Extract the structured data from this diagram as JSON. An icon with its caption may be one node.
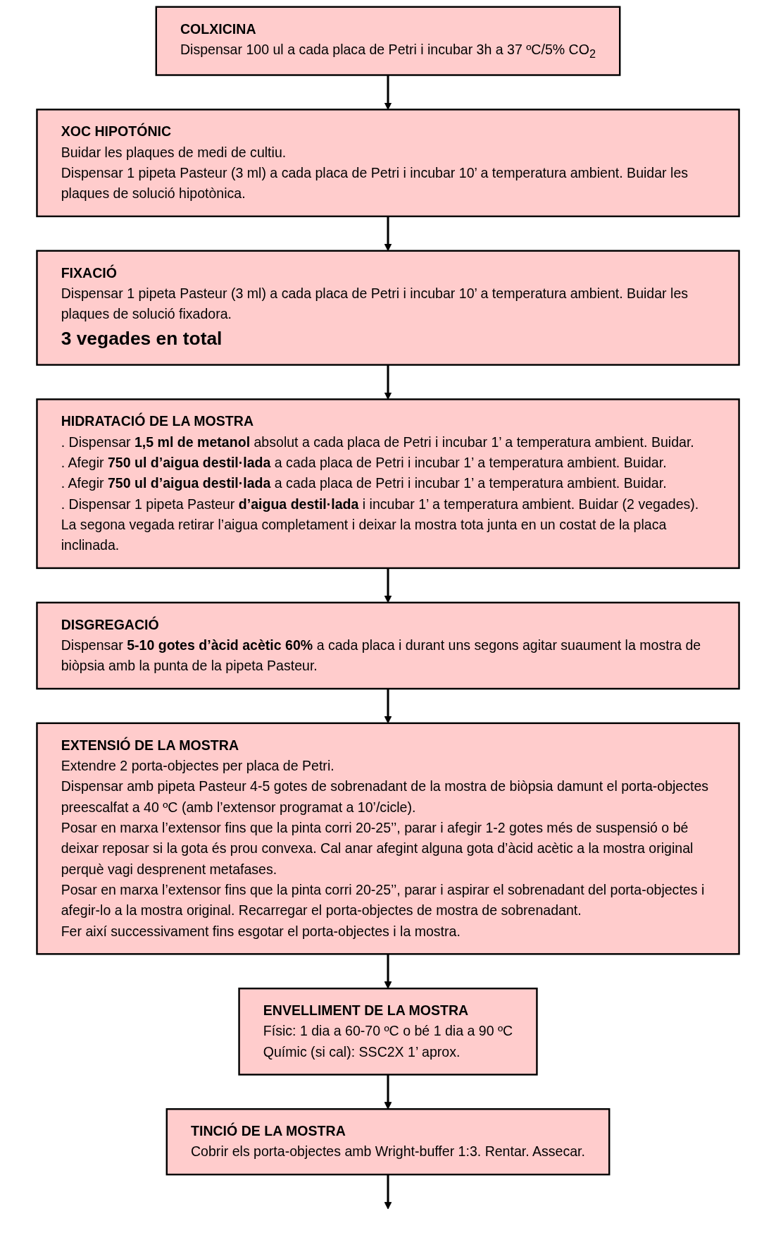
{
  "diagram": {
    "nodes": [
      {
        "text": [
          "COLXICINA",
          "Dispensar 100 ul a cada placa de Petri i incubar 3h a 37 ºC/5% CO$_{2}$"
        ]
      },
      {
        "text": [
          "XOC HIPOTÓNIC",
          "Buidar les plaques de medi de cultiu.",
          "Dispensar 1 pipeta Pasteur (3 ml) a cada placa de Petri i incubar 10’ a temperatura ambient. Buidar les plaques de solució hipotònica."
        ]
      },
      {
        "text": [
          "FIXACIÓ",
          "Dispensar 1 pipeta Pasteur (3 ml) a cada placa de Petri i incubar 10’ a temperatura ambient. Buidar les plaques de solució fixadora.",
          "3 vegades en total"
        ]
      },
      {
        "text": [
          "HIDRATACIÓ DE LA MOSTRA",
          ". Dispensar **1,5 ml de metanol** absolut a cada placa de Petri i incubar 1’ a temperatura ambient. Buidar.",
          ". Afegir **750 ul d’aigua destil·lada** a cada placa de Petri i incubar 1’ a temperatura ambient. Buidar.",
          ". Afegir **750 ul d’aigua destil·lada** a cada placa de Petri i incubar 1’ a temperatura ambient. Buidar.",
          ". Dispensar 1 pipeta Pasteur **d’aigua destil·lada** i incubar 1’ a temperatura ambient. Buidar (2 vegades). La segona vegada retirar l’aigua completament i deixar la mostra tota junta en un costat de la placa inclinada."
        ]
      },
      {
        "text": [
          "DISGREGACIÓ",
          "Dispensar **5-10 gotes d’àcid acètic 60%** a cada placa i durant uns segons agitar suaument la mostra de biòpsia amb la punta de la pipeta Pasteur."
        ]
      },
      {
        "text": [
          "EXTENSIÓ DE LA MOSTRA",
          "Extendre 2 porta-objectes per placa de Petri.",
          "Dispensar amb pipeta Pasteur 4-5 gotes de sobrenadant de la mostra de biòpsia damunt el porta-objectes preescalfat a 40 ºC (amb l’extensor programat a 10’/cicle).",
          "Posar en marxa l’extensor fins que la pinta corri 20-25’’, parar i afegir 1-2 gotes més de suspensió o bé deixar reposar si la gota és prou convexa. Cal anar afegint alguna gota d’àcid acètic a la mostra original perquè vagi desprenent metafases.",
          "Posar en marxa l’extensor fins que la pinta corri 20-25’’, parar i aspirar el sobrenadant del porta-objectes i afegir-lo a la mostra original. Recarregar el porta-objectes de mostra de sobrenadant.",
          "Fer així successivament fins esgotar el porta-objectes i la mostra."
        ]
      },
      {
        "text": [
          "ENVELLIMENT DE LA MOSTRA",
          "Físic: 1 dia a 60-70 ºC o bé 1 dia a 90 ºC",
          "Químic (si cal): SSC2X 1’ aprox."
        ]
      },
      {
        "text": [
          "TINCIÓ DE LA MOSTRA",
          "Cobrir els porta-objectes amb Wright-buffer 1:3. Rentar. Assecar."
        ]
      }
    ],
    "edges": [
      {
        "from": 0,
        "to": 1,
        "arrow": "to"
      },
      {
        "from": 1,
        "to": 2,
        "arrow": "to"
      },
      {
        "from": 2,
        "to": 3,
        "arrow": "to"
      },
      {
        "from": 3,
        "to": 4,
        "arrow": "to"
      },
      {
        "from": 4,
        "to": 5,
        "arrow": "to"
      },
      {
        "from": 5,
        "to": 6,
        "arrow": "to"
      },
      {
        "from": 6,
        "to": 7,
        "arrow": "to"
      },
      {
        "from": 7,
        "to": null,
        "arrow": "to"
      }
    ]
  }
}
